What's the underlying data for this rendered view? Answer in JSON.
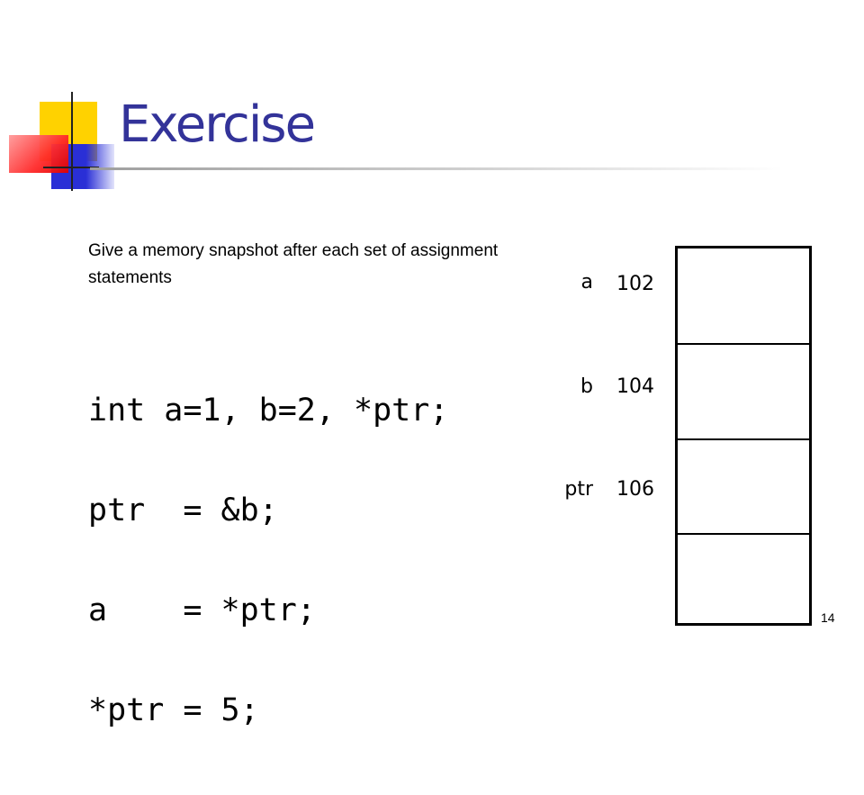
{
  "slide": {
    "title": "Exercise",
    "instruction": "Give a memory snapshot after each set of assignment statements",
    "code_lines": [
      "int a=1, b=2, *ptr;",
      "ptr  = &b;",
      "a    = *ptr;",
      "*ptr = 5;"
    ],
    "memory": [
      {
        "name": "a",
        "address": "102",
        "value": ""
      },
      {
        "name": "b",
        "address": "104",
        "value": ""
      },
      {
        "name": "ptr",
        "address": "106",
        "value": ""
      },
      {
        "name": "",
        "address": "",
        "value": ""
      }
    ],
    "page_number": "14"
  },
  "colors": {
    "title": "#333399",
    "accent_yellow": "#ffd200",
    "accent_blue": "#2a2fd6",
    "accent_red": "#ff2a2a"
  }
}
